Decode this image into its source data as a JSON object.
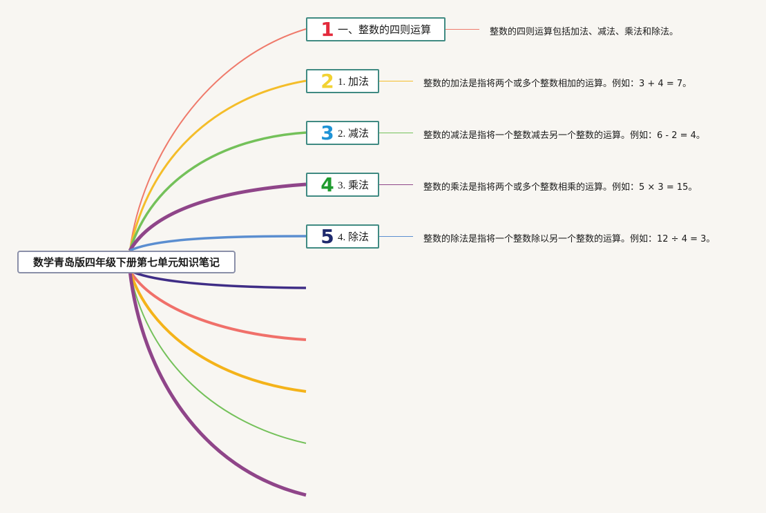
{
  "root": {
    "title": "数学青岛版四年级下册第七单元知识笔记"
  },
  "topics": [
    {
      "number": "1",
      "label": "一、整数的四则运算",
      "color": "#e32a3c",
      "branch_color": "#ef7a6b",
      "description": "整数的四则运算包括加法、减法、乘法和除法。"
    },
    {
      "number": "2",
      "label": "1. 加法",
      "color": "#f2d232",
      "branch_color": "#f4bd2a",
      "description": "整数的加法是指将两个或多个整数相加的运算。例如：3 + 4 = 7。"
    },
    {
      "number": "3",
      "label": "2. 减法",
      "color": "#1f93d6",
      "branch_color": "#74c15a",
      "description": "整数的减法是指将一个整数减去另一个整数的运算。例如：6 - 2 = 4。"
    },
    {
      "number": "4",
      "label": "3. 乘法",
      "color": "#1f9b2f",
      "branch_color": "#8f4589",
      "description": "整数的乘法是指将两个或多个整数相乘的运算。例如：5 × 3 = 15。"
    },
    {
      "number": "5",
      "label": "4. 除法",
      "color": "#1f2a6e",
      "branch_color": "#5b8ed0",
      "description": "整数的除法是指将一个整数除以另一个整数的运算。例如：12 ÷ 4 = 3。"
    }
  ],
  "empty_branch_colors": [
    "#3f2d86",
    "#f0706a",
    "#f4b31a",
    "#74c15a",
    "#8f4589"
  ]
}
